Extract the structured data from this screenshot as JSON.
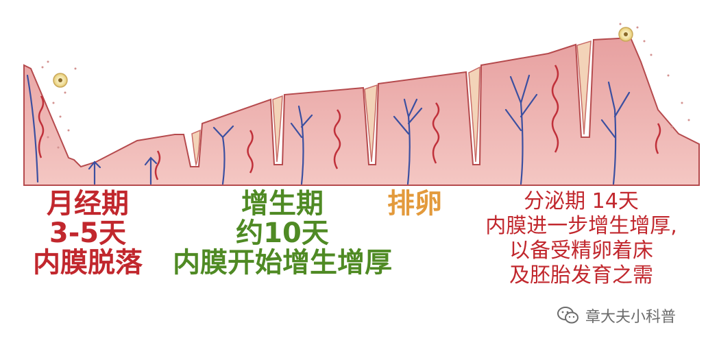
{
  "phases": {
    "menstrual": {
      "title": "月经期",
      "duration": "3-5天",
      "description": "内膜脱落",
      "color": "#c1272d"
    },
    "proliferative": {
      "title": "增生期",
      "duration": "约10天",
      "description": "内膜开始增生增厚",
      "color": "#4f8a24"
    },
    "ovulation": {
      "title": "排卵",
      "color": "#e39a3c"
    },
    "secretory": {
      "title": "分泌期 14天",
      "description_lines": [
        "内膜进一步增生增厚,",
        "以备受精卵着床",
        "及胚胎发育之需"
      ],
      "color": "#c1272d"
    }
  },
  "watermark": {
    "text": "章大夫小科普",
    "icon": "wechat-icon"
  },
  "colors": {
    "tissue": "#e9a9a6",
    "tissue_edge": "#b54a4d",
    "vein": "#3b4fa0",
    "artery": "#c0303a",
    "gland": "#f3d3b8"
  }
}
